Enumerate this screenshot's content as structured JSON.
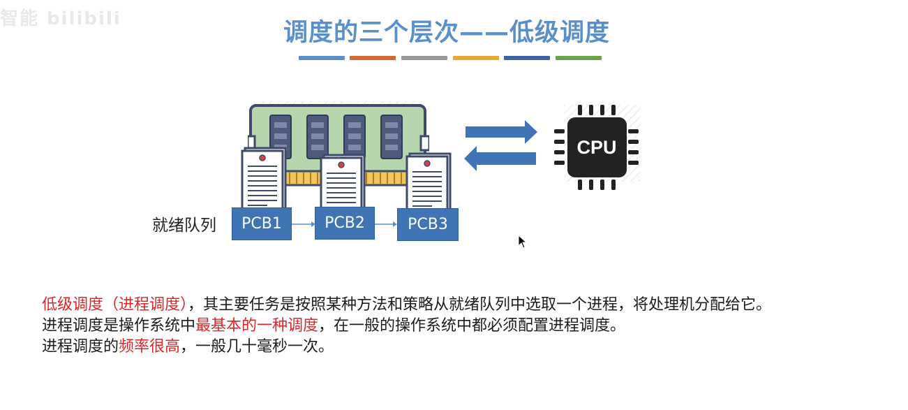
{
  "watermark": "智能 bilibili",
  "title": "调度的三个层次——低级调度",
  "title_color": "#5b8fc9",
  "color_bar_colors": [
    "#5b8fc9",
    "#d46b2e",
    "#999999",
    "#e8a632",
    "#3c5fa8",
    "#6ca348"
  ],
  "diagram": {
    "queue_label": "就绪队列",
    "pcbs": [
      "PCB1",
      "PCB2",
      "PCB3"
    ],
    "cpu_label": "CPU",
    "pcb_color": "#3f74b5",
    "arrow_color": "#3f74b5"
  },
  "text": {
    "p1_red": "低级调度（进程调度）",
    "p1_rest": "，其主要任务是按照某种方法和策略从就绪队列中选取一个进程，将处理机分配给它。",
    "p2_a": "进程调度是操作系统中",
    "p2_red": "最基本的一种调度",
    "p2_b": "，在一般的操作系统中都必须配置进程调度。",
    "p3_a": "进程调度的",
    "p3_red": "频率很高",
    "p3_b": "，一般几十毫秒一次。"
  },
  "accent_red": "#e0252a"
}
